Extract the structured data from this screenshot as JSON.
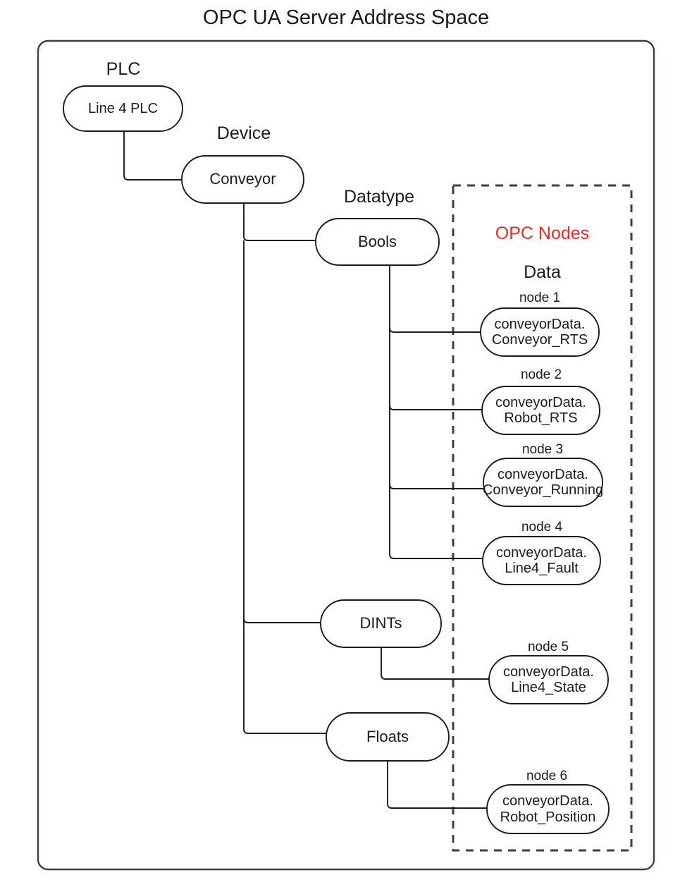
{
  "diagram": {
    "title": "OPC UA Server Address Space",
    "outer_container_name": "server-address-space-container"
  },
  "colors": {
    "outer_border": "#3a3f4b",
    "shape_border": "#1c1c1c",
    "shape_fill": "#ffffff",
    "edge": "#1c1c1c",
    "dashed_border": "#3a3f4b",
    "opc_nodes_red": "#ee2a24",
    "text": "#1c1c1c",
    "background": "#ffffff"
  },
  "captions": {
    "plc": "PLC",
    "device": "Device",
    "datatype": "Datatype",
    "opc_nodes": "OPC Nodes",
    "data": "Data"
  },
  "nodes": {
    "plc": {
      "label": "Line 4 PLC"
    },
    "device": {
      "label": "Conveyor"
    },
    "datatypes": [
      {
        "label": "Bools"
      },
      {
        "label": "DINTs"
      },
      {
        "label": "Floats"
      }
    ]
  },
  "opc_nodes": [
    {
      "caption": "node 1",
      "line1": "conveyorData.",
      "line2": "Conveyor_RTS",
      "datatype": "Bools"
    },
    {
      "caption": "node 2",
      "line1": "conveyorData.",
      "line2": "Robot_RTS",
      "datatype": "Bools"
    },
    {
      "caption": "node 3",
      "line1": "conveyorData.",
      "line2": "Conveyor_Running",
      "datatype": "Bools"
    },
    {
      "caption": "node 4",
      "line1": "conveyorData.",
      "line2": "Line4_Fault",
      "datatype": "Bools"
    },
    {
      "caption": "node 5",
      "line1": "conveyorData.",
      "line2": "Line4_State",
      "datatype": "DINTs"
    },
    {
      "caption": "node 6",
      "line1": "conveyorData.",
      "line2": "Robot_Position",
      "datatype": "Floats"
    }
  ]
}
